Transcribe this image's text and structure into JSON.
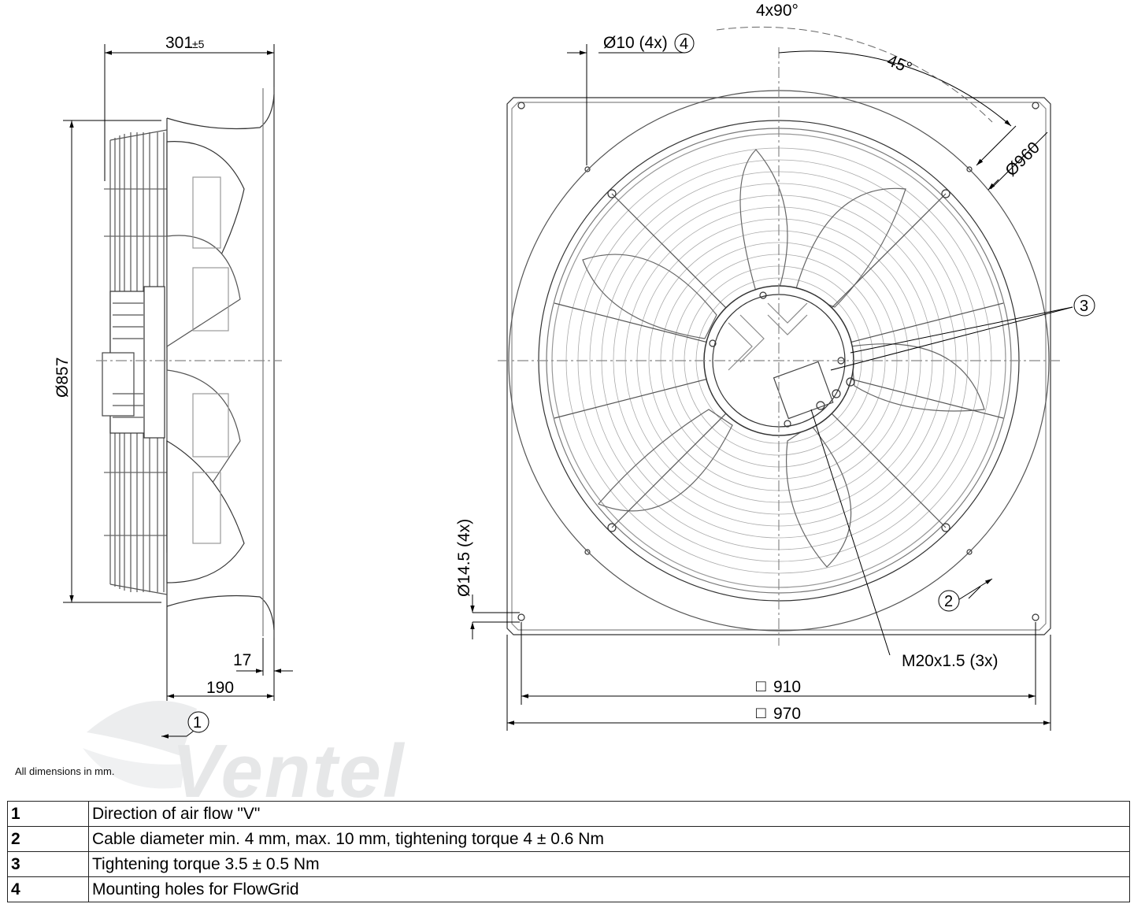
{
  "dimensions": {
    "depth_overall": "301",
    "depth_tolerance": "±5",
    "side_diameter": "Ø857",
    "flange_thickness": "17",
    "depth_to_flange": "190",
    "angle_spacing": "4x90°",
    "angle_offset": "45°",
    "bolt_circle": "Ø960",
    "flowgrid_hole": "Ø10 (4x)",
    "mounting_hole": "Ø14.5 (4x)",
    "cable_gland": "M20x1.5 (3x)",
    "hole_spacing": "910",
    "plate_size": "970",
    "square_symbol": "□"
  },
  "callouts": [
    "1",
    "2",
    "3",
    "4"
  ],
  "footnote": "All dimensions in mm.",
  "watermark": "Ventel",
  "legend": [
    {
      "num": "1",
      "text": "Direction of air flow \"V\""
    },
    {
      "num": "2",
      "text": "Cable diameter min. 4 mm, max. 10 mm, tightening torque 4 ± 0.6 Nm"
    },
    {
      "num": "3",
      "text": "Tightening torque 3.5 ± 0.5 Nm"
    },
    {
      "num": "4",
      "text": "Mounting holes for FlowGrid"
    }
  ]
}
